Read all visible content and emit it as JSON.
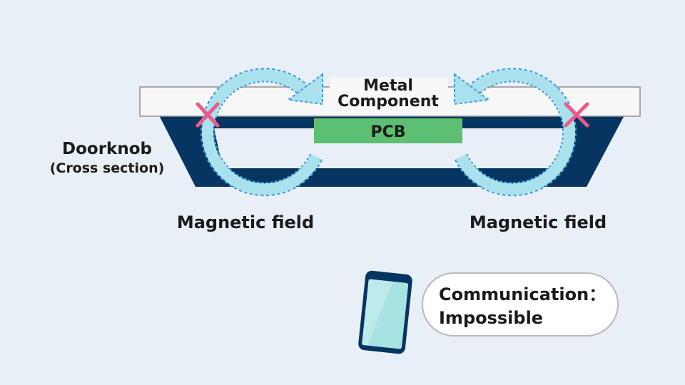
{
  "labels": {
    "metal_line1": "Metal",
    "metal_line2": "Component",
    "pcb": "PCB",
    "doorknob_line1": "Doorknob",
    "doorknob_line2": "(Cross section)",
    "field_left": "Magnetic field",
    "field_right": "Magnetic field"
  },
  "status": {
    "line1": "Communication：",
    "line2": "Impossible"
  },
  "icons": {
    "blocked": "x-mark-icon",
    "phone": "smartphone-icon",
    "field": "circular-arrow-icon"
  },
  "colors": {
    "background": "#e8eff6",
    "doorknob": "#073561",
    "metal": "#f7f7f7",
    "pcb": "#5dbf71",
    "field": "#a9e1ec",
    "field_outline": "#3f9ee0",
    "x_mark": "#ec5a8b",
    "phone_screen": "#a8e3e4"
  }
}
